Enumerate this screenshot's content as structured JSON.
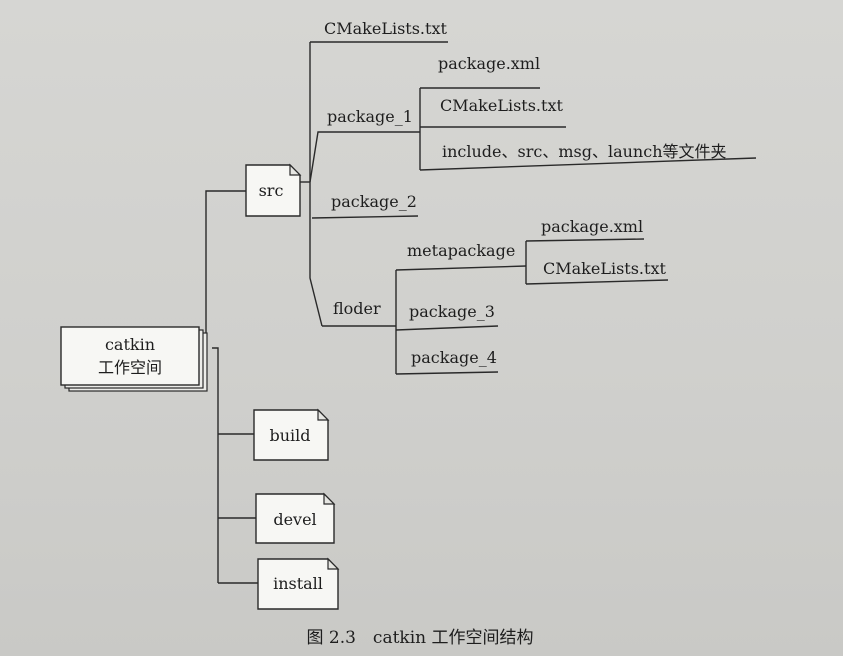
{
  "diagram": {
    "root": {
      "line1": "catkin",
      "line2": "工作空间"
    },
    "folders": {
      "src": "src",
      "build": "build",
      "devel": "devel",
      "install": "install"
    },
    "src_children": {
      "cmakelists": "CMakeLists.txt",
      "package_1": "package_1",
      "package_2": "package_2",
      "floder": "floder"
    },
    "package_1_children": {
      "package_xml": "package.xml",
      "cmakelists": "CMakeLists.txt",
      "others": "include、src、msg、launch等文件夹"
    },
    "floder_children": {
      "metapackage": "metapackage",
      "package_3": "package_3",
      "package_4": "package_4"
    },
    "metapackage_children": {
      "package_xml": "package.xml",
      "cmakelists": "CMakeLists.txt"
    },
    "caption": "图 2.3　catkin 工作空间结构"
  }
}
